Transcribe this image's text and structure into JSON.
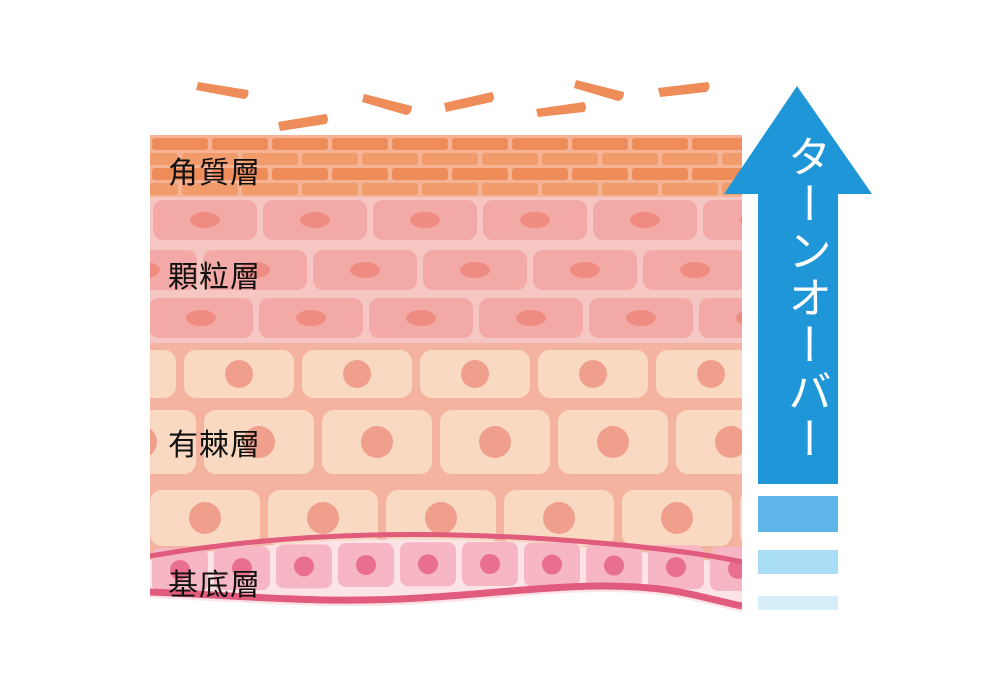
{
  "layers": {
    "stratum_corneum": "角質層",
    "granular": "顆粒層",
    "spinous": "有棘層",
    "basal": "基底層"
  },
  "arrow": {
    "label": "ターンオーバー",
    "color": "#1f96d8"
  },
  "colors": {
    "corneum": "#ee8d5a",
    "granular_cell": "#f3a9a5",
    "granular_nucleus": "#ee8c82",
    "spinous_cell": "#f9d9c2",
    "spinous_nucleus": "#ef9f8c",
    "spinous_bg": "#f3b39f",
    "basal_cell": "#f7b6c3",
    "basal_nucleus": "#e8708e",
    "basal_membrane": "#e15b7d"
  }
}
